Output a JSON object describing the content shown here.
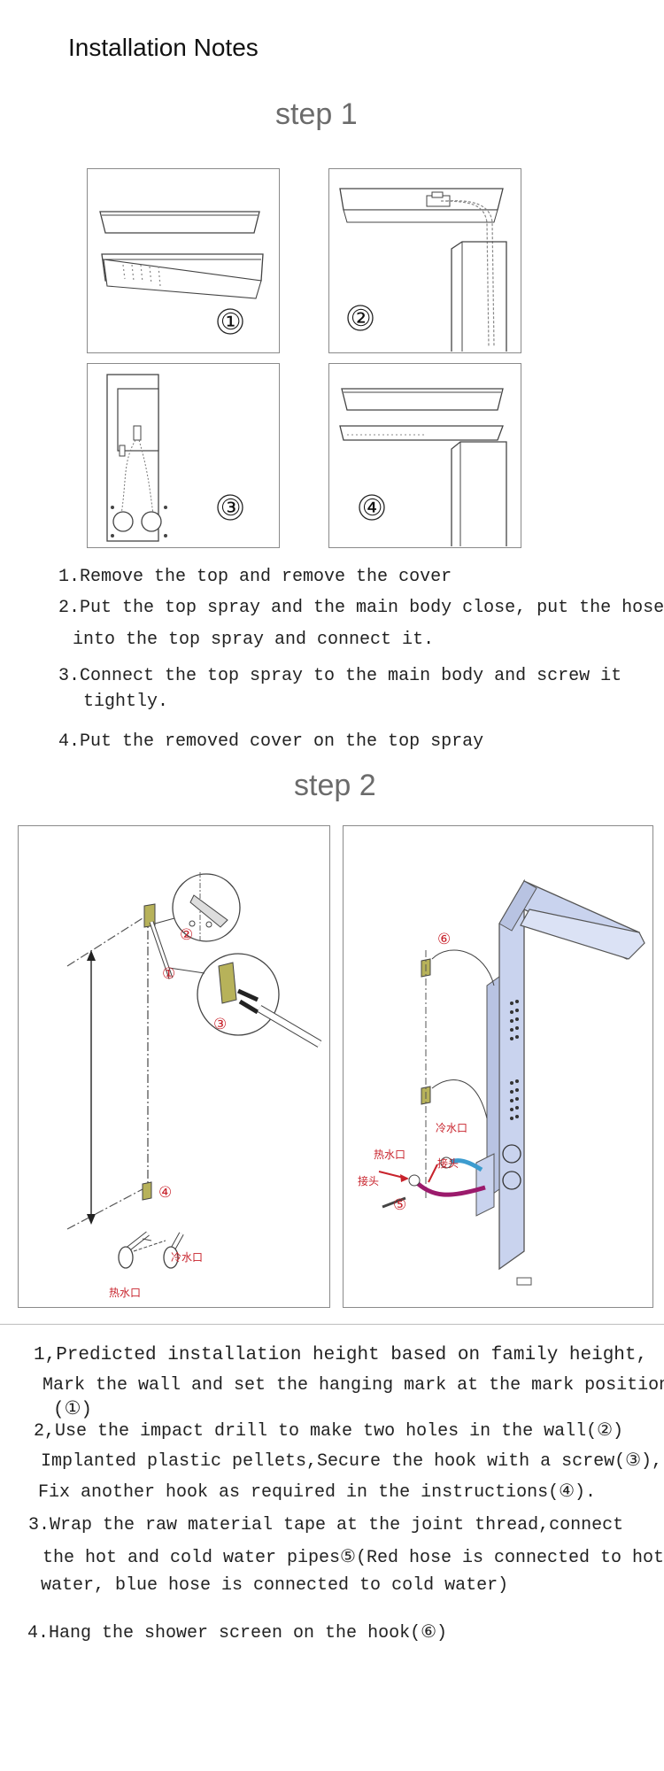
{
  "title": "Installation Notes",
  "step1": {
    "heading": "step 1",
    "panels": [
      {
        "num": "①"
      },
      {
        "num": "②"
      },
      {
        "num": "③"
      },
      {
        "num": "④"
      }
    ],
    "notes": [
      "1.Remove the top and remove the cover",
      "2.Put the top spray and the main body close, put the hose",
      "into the top spray and connect it.",
      "3.Connect the top spray to the main body and screw it",
      "tightly.",
      "4.Put the removed cover on the top spray"
    ]
  },
  "step2": {
    "heading": "step 2",
    "left_panel": {
      "labels": [
        "②",
        "①",
        "③",
        "④",
        "冷水口",
        "热水口"
      ]
    },
    "right_panel": {
      "labels": [
        "⑥",
        "冷水口",
        "热水口",
        "接头",
        "接头",
        "⑤"
      ]
    },
    "notes": [
      "1,Predicted installation height based on family height,",
      "Mark the wall and set the hanging mark at the mark position",
      "(①)",
      "2,Use the impact drill to make two holes in the wall(②)",
      "Implanted plastic pellets,Secure the hook with a screw(③),",
      "Fix another hook as required in the instructions(④).",
      "3.Wrap the raw material tape at the joint thread,connect",
      "the hot and cold water pipes⑤(Red hose is connected to hot",
      "water, blue hose is connected to cold water)",
      "4.Hang the shower screen on the hook(⑥)"
    ]
  },
  "colors": {
    "heading_gray": "#6b6b6b",
    "panel_border": "#8a8a8a",
    "label_red": "#c8232c",
    "shower_blue": "#c9d3ee",
    "hook_olive": "#b7b25a",
    "hose_magenta": "#9b1a6c"
  }
}
